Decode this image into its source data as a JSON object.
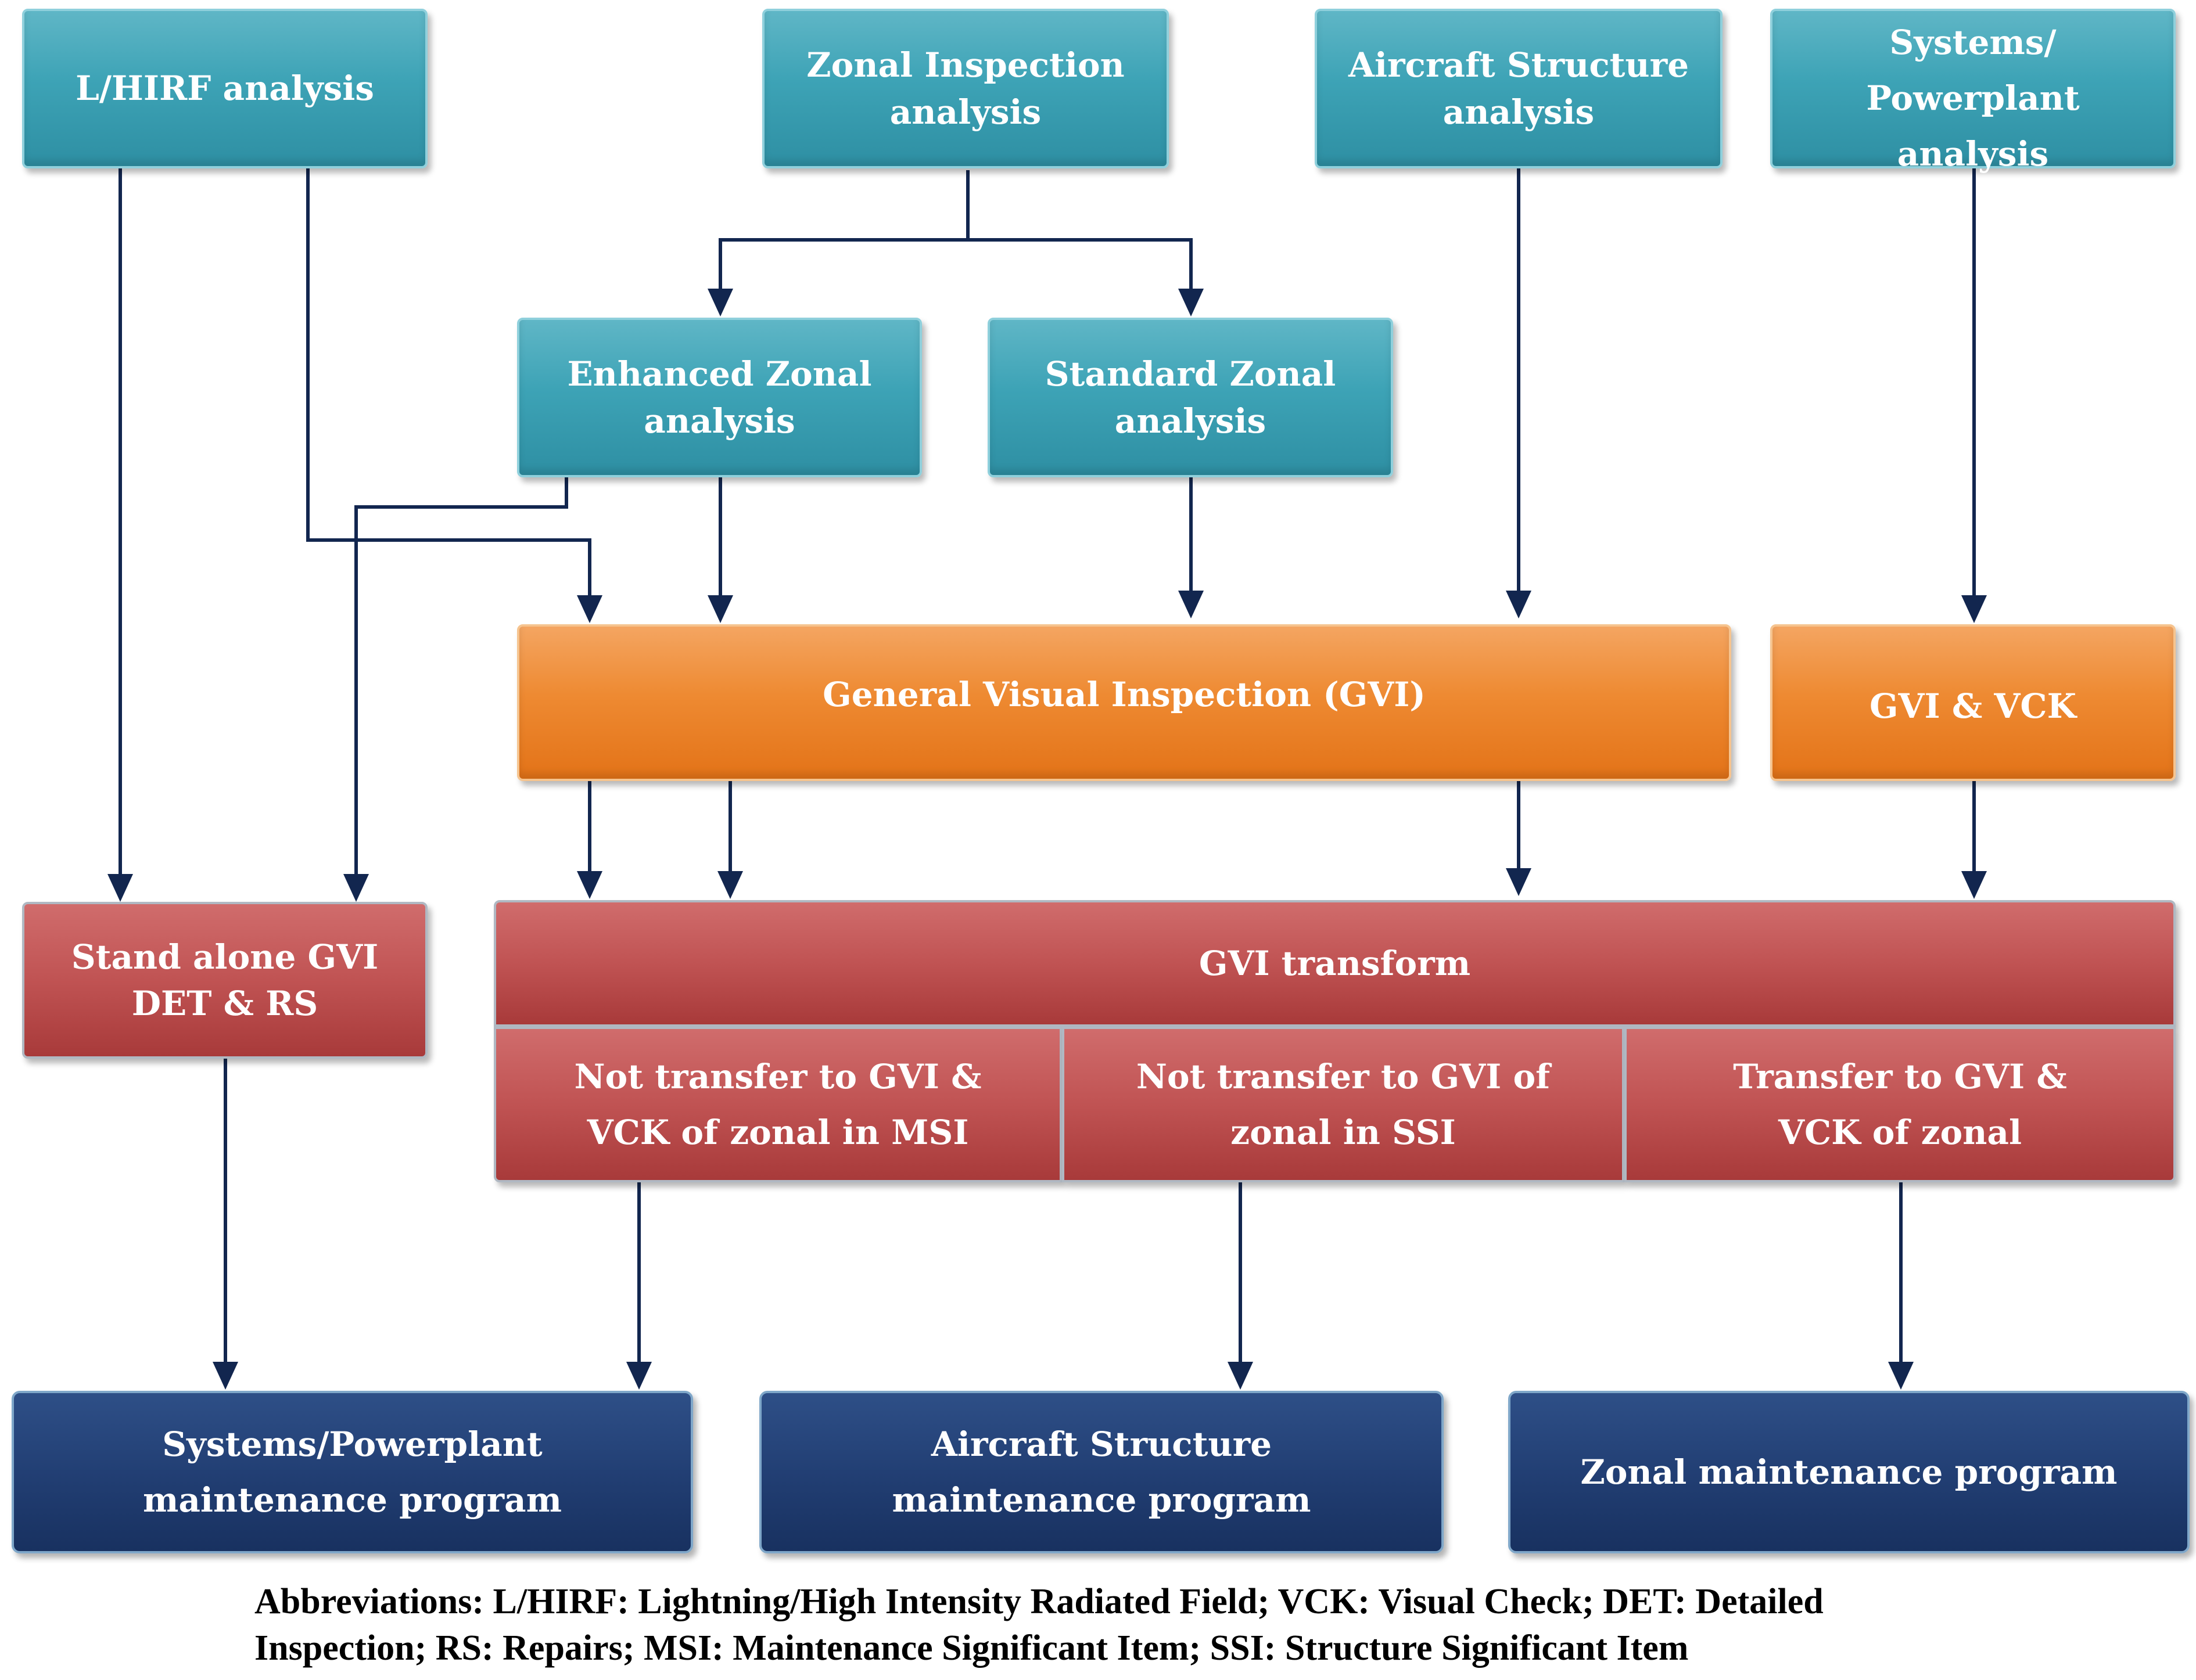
{
  "boxes": {
    "lhirf_analysis": "L/HIRF analysis",
    "zonal_inspection_analysis": "Zonal Inspection\nanalysis",
    "aircraft_structure_analysis": "Aircraft Structure\nanalysis",
    "systems_powerplant_analysis": "Systems/\nPowerplant\nanalysis",
    "enhanced_zonal_analysis": "Enhanced Zonal\nanalysis",
    "standard_zonal_analysis": "Standard Zonal\nanalysis",
    "gvi": "General Visual Inspection (GVI)",
    "gvi_vck": "GVI & VCK",
    "stand_alone_gvi": "Stand alone GVI\nDET & RS",
    "gvi_transform": "GVI transform",
    "not_transfer_msi": "Not transfer to GVI &\nVCK of zonal in MSI",
    "not_transfer_ssi": "Not transfer to GVI of\nzonal in SSI",
    "transfer_zonal": "Transfer to GVI &\nVCK of zonal",
    "systems_powerplant_program": "Systems/Powerplant\nmaintenance program",
    "aircraft_structure_program": "Aircraft Structure\nmaintenance program",
    "zonal_program": "Zonal maintenance program"
  },
  "footnote": {
    "line1": "Abbreviations: L/HIRF: Lightning/High Intensity Radiated Field; VCK: Visual Check; DET: Detailed",
    "line2": "Inspection; RS: Repairs; MSI: Maintenance Significant Item; SSI: Structure Significant Item"
  },
  "colors": {
    "analysis_box": "#3da3b6",
    "inspection_box": "#ee8a32",
    "transform_box": "#c05353",
    "program_box": "#223f74",
    "arrow": "#12264f"
  }
}
